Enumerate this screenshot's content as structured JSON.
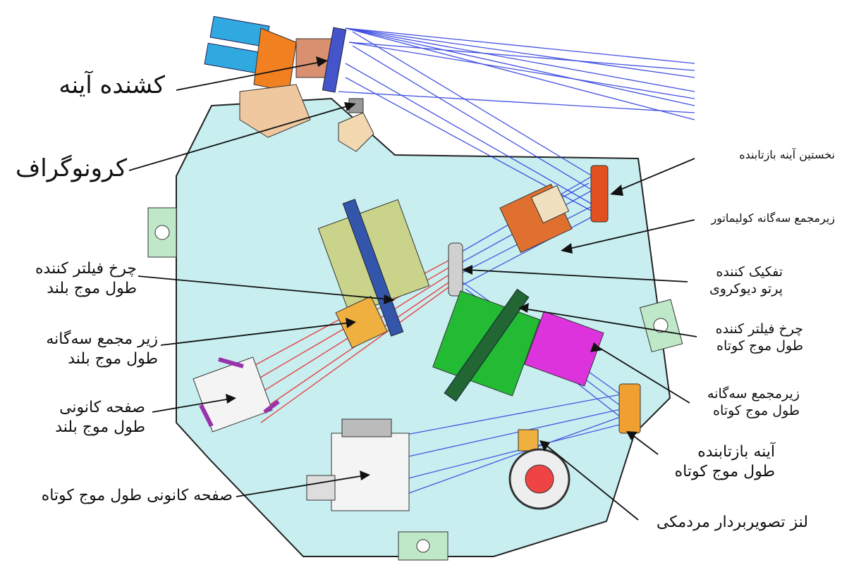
{
  "labels": {
    "mirror_puller": "کشنده آینه",
    "coronagraph": "کرونوگراف",
    "first_reflecting_mirror": "نخستین آینه بازتابنده",
    "collimator_triplet_sub": "زیرمجمع سه‌گانه کولیماتور",
    "dichroic_beamsplitter": [
      "تفکیک کننده",
      "پرتو دیوکروی"
    ],
    "lw_filter_wheel": [
      "چرخ فیلتر کننده",
      "طول موج بلند"
    ],
    "sw_filter_wheel": [
      "چرخ فیلتر کننده",
      "طول موج کوتاه"
    ],
    "lw_triplet_sub": [
      "زیر مجمع سه‌گانه",
      "طول موج بلند"
    ],
    "sw_triplet_sub": [
      "زیرمجمع سه‌گانه",
      "طول موج کوتاه"
    ],
    "lw_focal_plane": [
      "صفحه کانونی",
      "طول موج بلند"
    ],
    "sw_fold_mirror": [
      "آینه بازتابنده",
      "طول موج کوتاه"
    ],
    "sw_focal_plane": "صفحه کانونی طول موج کوتاه",
    "pupil_imaging_lens": "لنز تصویربردار مردمکی"
  },
  "colors": {
    "bench": "#c8eef0",
    "beam_blue": "#2233dd",
    "beam_red": "#ee2222",
    "green_lens": "#22bb33",
    "olive_lens": "#c9d48a",
    "orange": "#f08020",
    "gold": "#f0b040",
    "magenta": "#dd33dd",
    "cyan_tube": "#30a8e0"
  }
}
